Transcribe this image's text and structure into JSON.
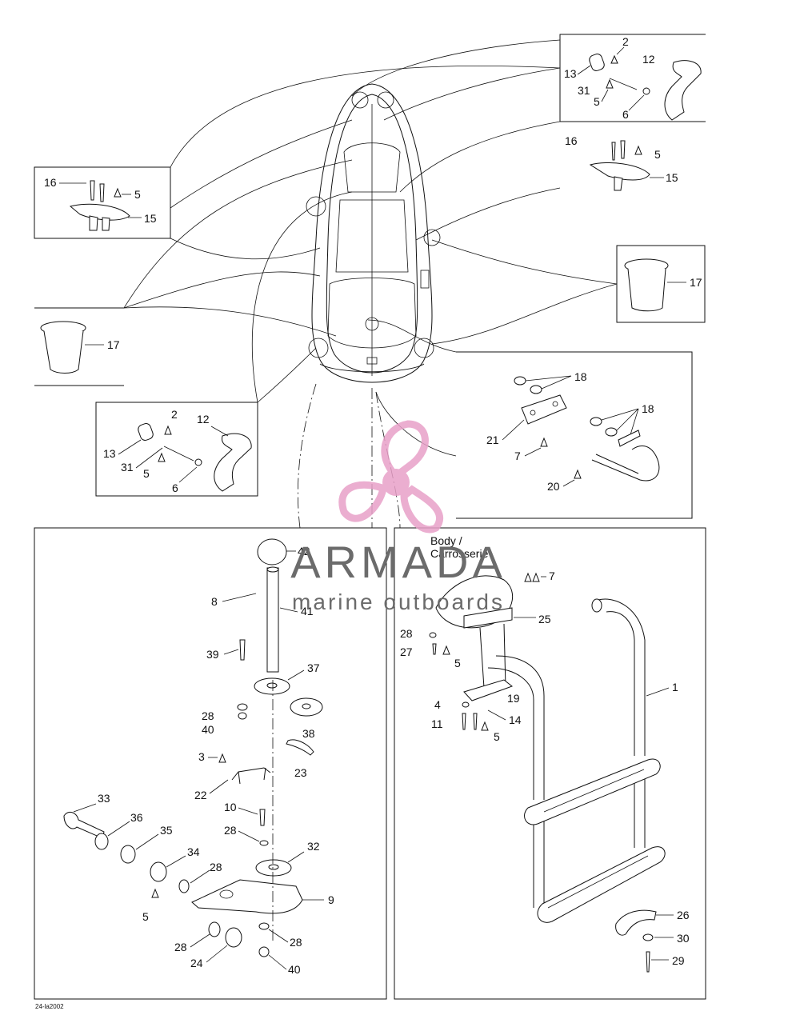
{
  "figure": {
    "ref_code": "24-la2002",
    "body_label_line1": "Body /",
    "body_label_line2": "Carrosserie"
  },
  "watermark": {
    "brand": "ARMADA",
    "tagline": "marine outboards",
    "logo_color": "#e8a0c8",
    "text_color": "#6b6b6b"
  },
  "callouts": {
    "tr_2": "2",
    "tr_12": "12",
    "tr_13": "13",
    "tr_31": "31",
    "tr_5": "5",
    "tr_6": "6",
    "r_16": "16",
    "r_5": "5",
    "r_15": "15",
    "l_16": "16",
    "l_5": "5",
    "l_15": "15",
    "r_17": "17",
    "l_17": "17",
    "bl_2": "2",
    "bl_12": "12",
    "bl_13": "13",
    "bl_31": "31",
    "bl_5": "5",
    "bl_6": "6",
    "eye_18a": "18",
    "eye_18b": "18",
    "eye_21": "21",
    "eye_7": "7",
    "eye_20": "20",
    "p_42": "42",
    "p_8": "8",
    "p_41": "41",
    "p_39": "39",
    "p_37": "37",
    "p_28a": "28",
    "p_40a": "40",
    "p_38": "38",
    "p_3": "3",
    "p_23": "23",
    "p_22": "22",
    "p_10": "10",
    "p_28b": "28",
    "p_33": "33",
    "p_36": "36",
    "p_35": "35",
    "p_34": "34",
    "p_28c": "28",
    "p_32": "32",
    "p_5": "5",
    "p_9": "9",
    "p_28d": "28",
    "p_28e": "28",
    "p_24": "24",
    "p_40b": "40",
    "d_7": "7",
    "d_25": "25",
    "d_28": "28",
    "d_27": "27",
    "d_5a": "5",
    "d_1": "1",
    "d_19": "19",
    "d_4": "4",
    "d_14": "14",
    "d_11": "11",
    "d_5b": "5",
    "d_26": "26",
    "d_30": "30",
    "d_29": "29"
  }
}
